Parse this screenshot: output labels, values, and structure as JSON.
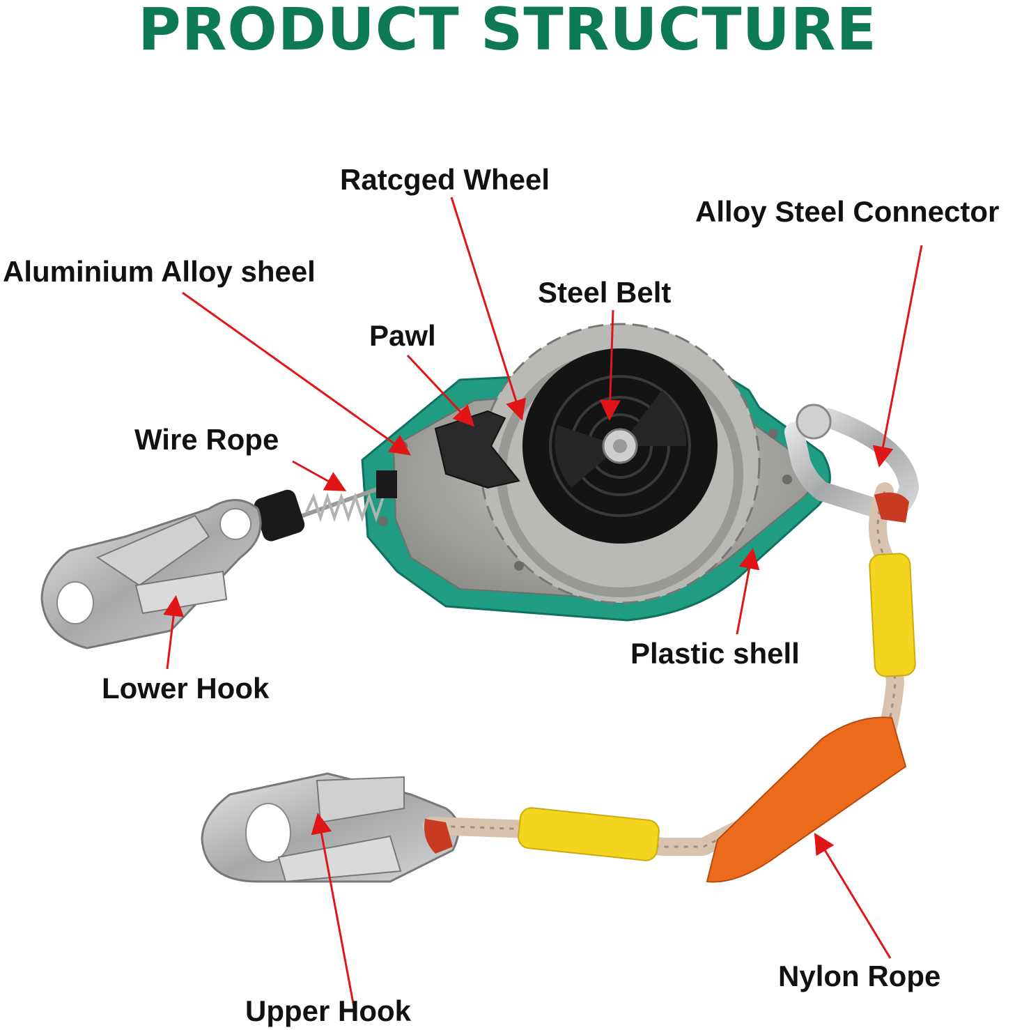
{
  "title": "PRODUCT STRUCTURE",
  "colors": {
    "title": "#0e7a55",
    "arrow": "#e01515",
    "plastic_shell": "#1f9c82",
    "aluminium": "#a9aaa6",
    "steel_belt_cover": "#141414",
    "webbing_yellow": "#f3d51f",
    "webbing_orange": "#ec6a1c",
    "nylon_rope": "#d9c3ae"
  },
  "labels": {
    "ratchet_wheel": "Ratcged Wheel",
    "alloy_steel_connector": "Alloy Steel Connector",
    "aluminium_alloy_shell": "Aluminium Alloy sheel",
    "steel_belt": "Steel Belt",
    "pawl": "Pawl",
    "wire_rope": "Wire Rope",
    "plastic_shell": "Plastic shell",
    "lower_hook": "Lower Hook",
    "upper_hook": "Upper Hook",
    "nylon_rope": "Nylon Rope"
  }
}
